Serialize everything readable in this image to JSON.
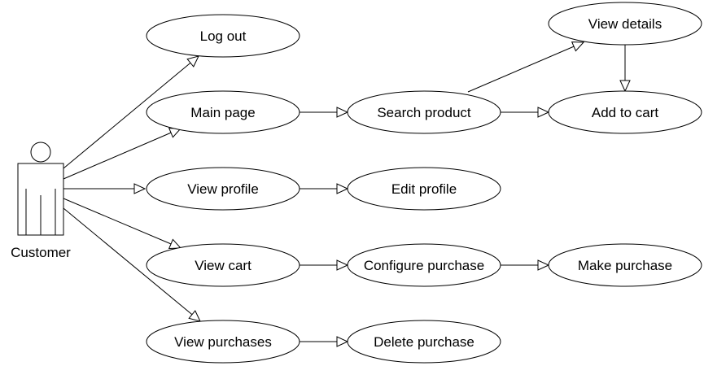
{
  "actor": {
    "label": "Customer"
  },
  "use_cases": [
    {
      "id": "logout",
      "label": "Log out"
    },
    {
      "id": "main",
      "label": "Main page"
    },
    {
      "id": "profile",
      "label": "View profile"
    },
    {
      "id": "cart",
      "label": "View cart"
    },
    {
      "id": "purchases",
      "label": "View purchases"
    },
    {
      "id": "search",
      "label": "Search product"
    },
    {
      "id": "editprofile",
      "label": "Edit profile"
    },
    {
      "id": "configure",
      "label": "Configure purchase"
    },
    {
      "id": "delete",
      "label": "Delete purchase"
    },
    {
      "id": "details",
      "label": "View details"
    },
    {
      "id": "addcart",
      "label": "Add to cart"
    },
    {
      "id": "make",
      "label": "Make purchase"
    }
  ],
  "associations": [
    {
      "from": "actor",
      "to": "logout"
    },
    {
      "from": "actor",
      "to": "main"
    },
    {
      "from": "actor",
      "to": "profile"
    },
    {
      "from": "actor",
      "to": "cart"
    },
    {
      "from": "actor",
      "to": "purchases"
    },
    {
      "from": "main",
      "to": "search"
    },
    {
      "from": "profile",
      "to": "editprofile"
    },
    {
      "from": "cart",
      "to": "configure"
    },
    {
      "from": "purchases",
      "to": "delete"
    },
    {
      "from": "search",
      "to": "details"
    },
    {
      "from": "search",
      "to": "addcart"
    },
    {
      "from": "details",
      "to": "addcart"
    },
    {
      "from": "configure",
      "to": "make"
    }
  ]
}
